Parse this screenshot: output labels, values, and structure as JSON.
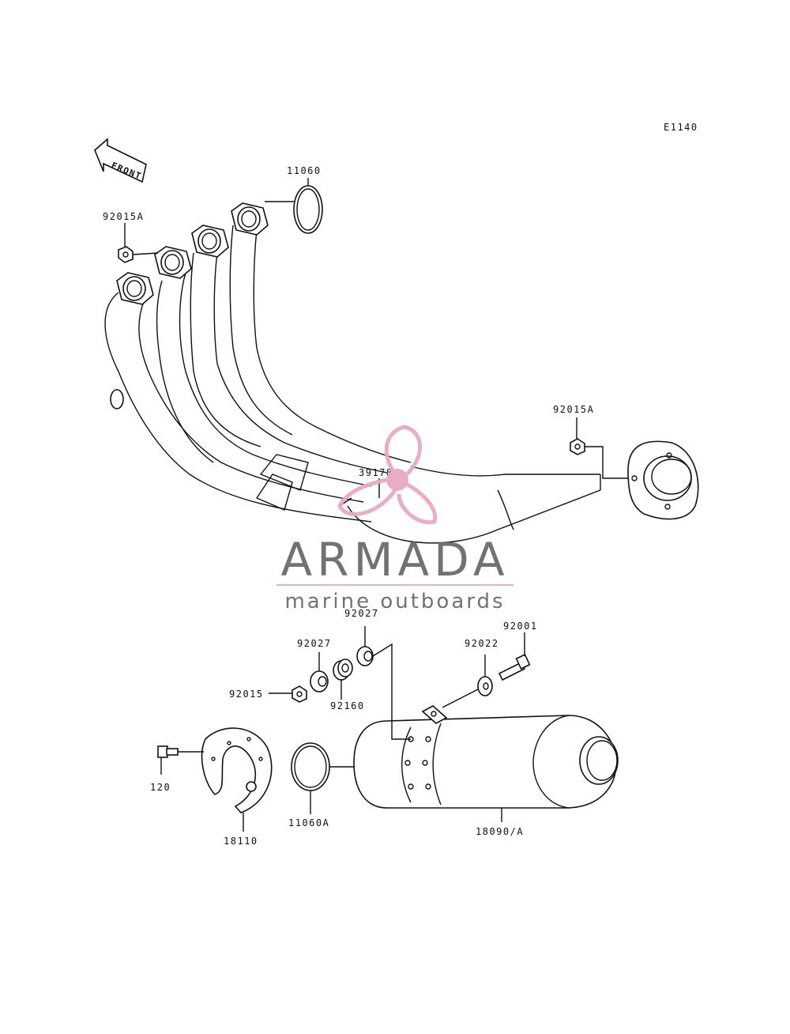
{
  "diagram_code": "E1140",
  "front_label": "FRONT",
  "parts": {
    "p11060": "11060",
    "p92015A_top": "92015A",
    "p92015A_right": "92015A",
    "p39178": "39178",
    "p92027_a": "92027",
    "p92027_b": "92027",
    "p92022": "92022",
    "p92001": "92001",
    "p92015": "92015",
    "p92160": "92160",
    "p120": "120",
    "p11060A": "11060A",
    "p18110": "18110",
    "p18090A": "18090/A"
  },
  "watermark": {
    "brand": "ARMADA",
    "tagline": "marine outboards",
    "accent_color": "#e9a9c6",
    "text_color": "#6b6b6b"
  }
}
